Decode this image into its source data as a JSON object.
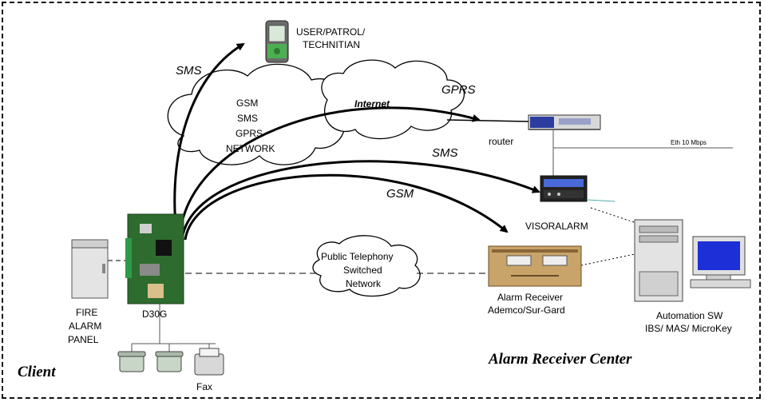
{
  "labels": {
    "sms_top": "SMS",
    "user_line1": "USER/PATROL/",
    "user_line2": "TECHNITIAN",
    "gsm_cloud": [
      "GSM",
      "SMS",
      "GPRS",
      "NETWORK"
    ],
    "internet": "Internet",
    "gprs": "GPRS",
    "router": "router",
    "eth": "Eth 10 Mbps",
    "sms_mid": "SMS",
    "gsm_mid": "GSM",
    "visoralarm": "VISORALARM",
    "pstn": [
      "Public Telephony",
      "Switched",
      "Network"
    ],
    "receiver": [
      "Alarm Receiver",
      "Ademco/Sur-Gard"
    ],
    "automation": [
      "Automation SW",
      "IBS/ MAS/ MicroKey"
    ],
    "fire_panel": [
      "FIRE",
      "ALARM",
      "PANEL"
    ],
    "d30g": "D30G",
    "fax": "Fax",
    "client": "Client",
    "center": "Alarm Receiver Center"
  },
  "colors": {
    "frame": "#111111",
    "router_blue": "#2b3d9e",
    "screen_blue": "#1d2fd6",
    "phone_green": "#4caf50",
    "board_green": "#2e6b2e",
    "receiver_brass": "#c9a46a"
  }
}
